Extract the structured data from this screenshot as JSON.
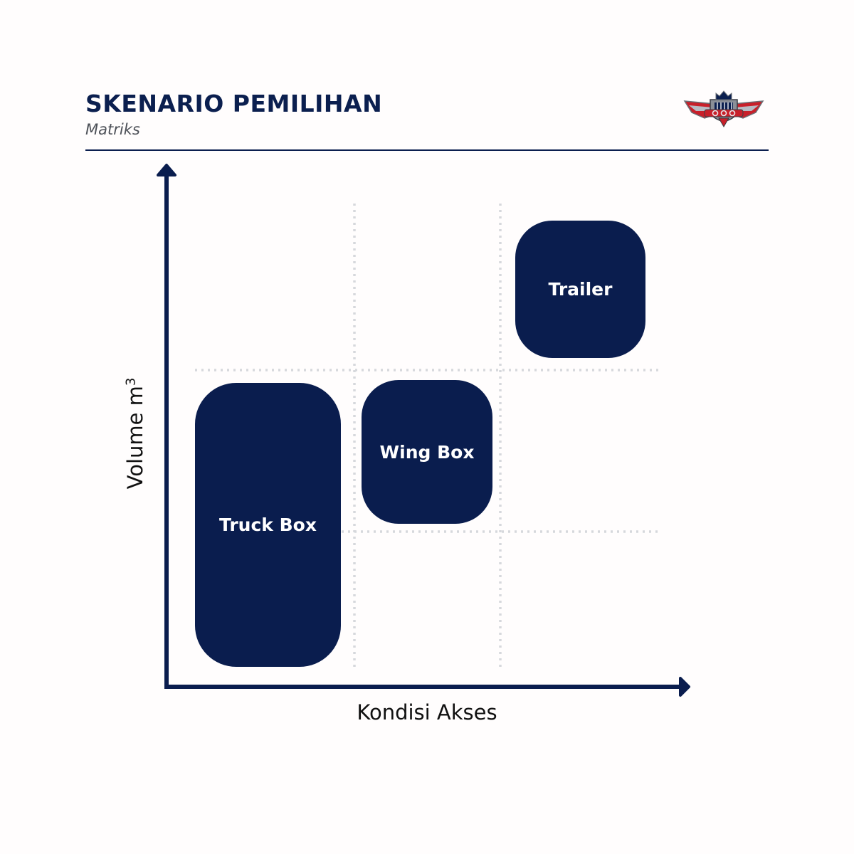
{
  "header": {
    "title": "SKENARIO PEMILIHAN",
    "subtitle": "Matriks"
  },
  "logo": {
    "icon": "winged-crown-emblem-icon",
    "colors": {
      "wing_red": "#c8202a",
      "metal": "#8a8f98",
      "navy": "#0b1f4f"
    }
  },
  "diagram": {
    "type": "quadrant-matrix",
    "grid": "dotted 3x3",
    "x_axis_label": "Kondisi Akses",
    "y_axis_label": "Volume m",
    "y_axis_label_superscript": "3",
    "boxes": [
      {
        "label": "Truck Box",
        "column": 1,
        "rows": [
          1,
          2
        ]
      },
      {
        "label": "Wing Box",
        "column": 2,
        "rows": [
          2
        ]
      },
      {
        "label": "Trailer",
        "column": 3,
        "rows": [
          3
        ]
      }
    ]
  },
  "colors": {
    "navy": "#0a1d4e",
    "grid_dots": "#d6d8dc",
    "background": "#fffdfd",
    "subtitle_gray": "#4d5158"
  }
}
